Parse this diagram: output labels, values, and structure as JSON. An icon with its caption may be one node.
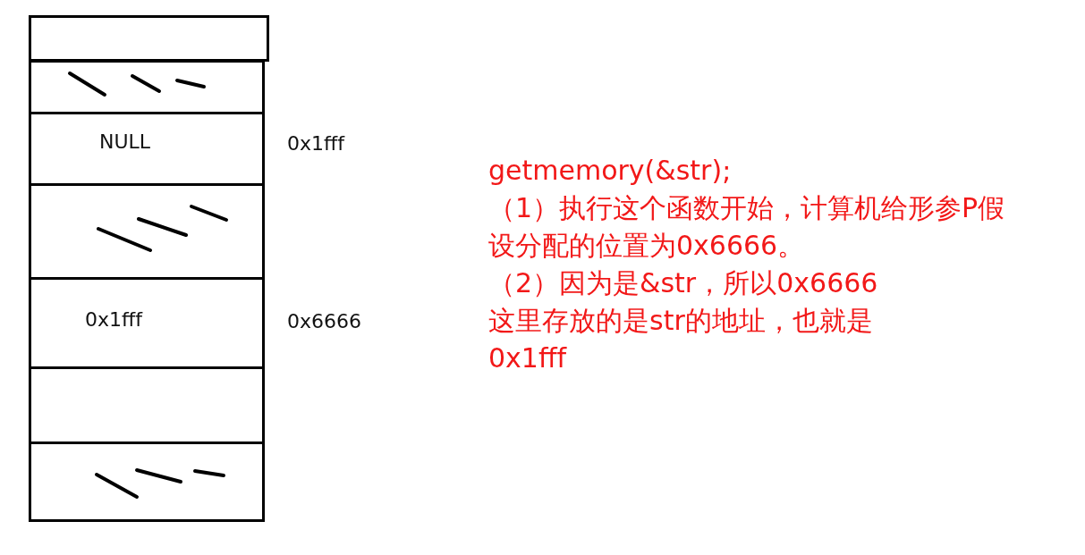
{
  "diagram": {
    "nodes": [
      {
        "text": [],
        "shape": "box"
      },
      {
        "text": [],
        "shape": "box"
      },
      {
        "text": [
          "NULL"
        ],
        "beside": [
          "0x1fff"
        ]
      },
      {
        "text": [],
        "shape": "box"
      },
      {
        "text": [
          "0x1fff"
        ],
        "beside": [
          "0x6666"
        ]
      },
      {
        "text": [],
        "shape": "box"
      },
      {
        "text": [],
        "shape": "box"
      }
    ],
    "edges": [],
    "labels": [
      "getmemory(&str);",
      "（1）执行这个函数开始，计算机给形参P假设分配的位置为0x6666。",
      "（2）因为是&str，所以0x6666这里存放的是str的地址，也就是0x1fff"
    ]
  }
}
